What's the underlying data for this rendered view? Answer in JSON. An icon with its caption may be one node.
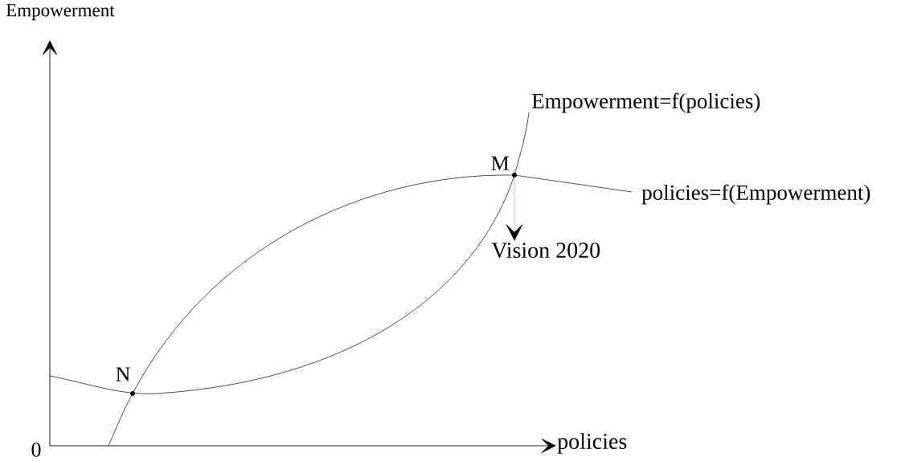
{
  "diagram": {
    "nodes": [
      {
        "text": [],
        "shape": "circle",
        "beside": [
          "M"
        ]
      },
      {
        "text": [
          "Vision 2020"
        ]
      }
    ],
    "edges": [
      {
        "from": 0,
        "to": 1,
        "arrow": "to",
        "style": "dashed"
      }
    ],
    "labels": [
      "Empowerment",
      "Empowerment=f(policies)",
      "policies=f(Empowerment)",
      "N",
      "0",
      "policies"
    ]
  }
}
